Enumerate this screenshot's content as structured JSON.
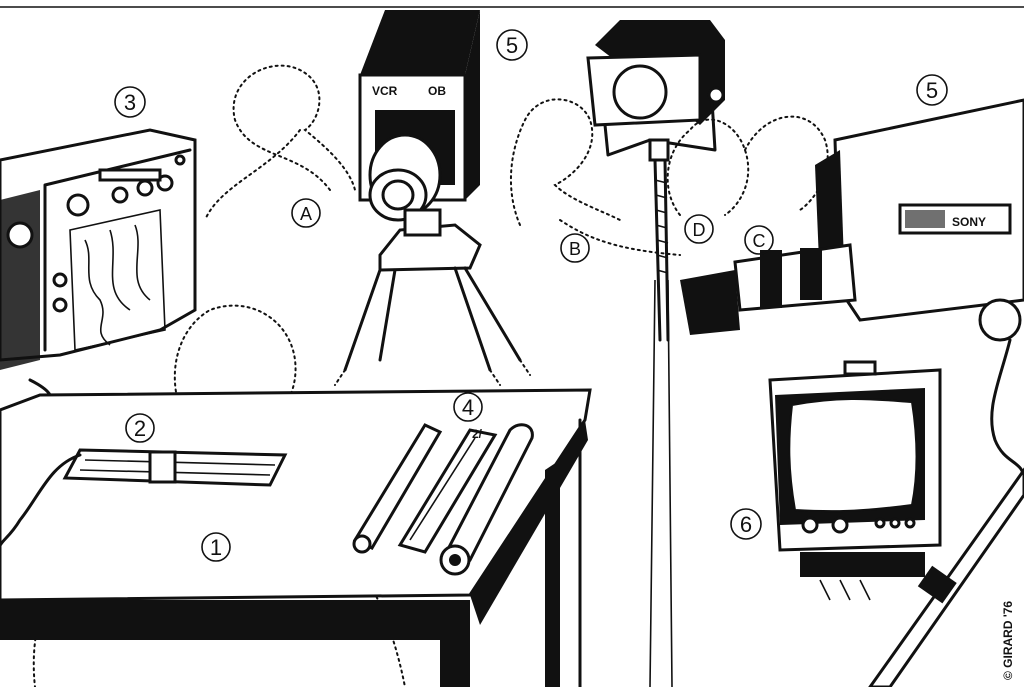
{
  "labels": {
    "n1": "1",
    "n2": "2",
    "n3": "3",
    "n4": "4",
    "n5_left": "5",
    "n5_right": "5",
    "n6": "6",
    "A": "A",
    "B": "B",
    "C": "C",
    "D": "D"
  },
  "camera_left": {
    "brand_left": "VCR",
    "brand_right": "OB"
  },
  "camera_right": {
    "brand": "SONY"
  },
  "scale_bar": {
    "text": "2/"
  },
  "signature": "© GIRARD '76",
  "colors": {
    "ink": "#111111",
    "paper": "#ffffff"
  },
  "icons": [
    "oscilloscope-icon",
    "slide-rule-icon",
    "tv-camera-icon",
    "lamp-icon",
    "video-camera-icon",
    "monitor-icon",
    "table-icon"
  ]
}
